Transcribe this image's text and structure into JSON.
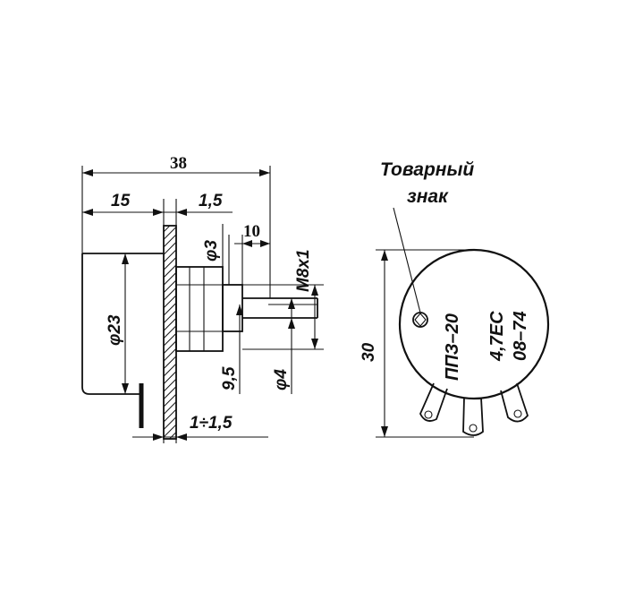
{
  "side_view": {
    "dim_overall_length": "38",
    "dim_body_length": "15",
    "dim_panel_thickness": "1,5",
    "dim_shaft_length": "10",
    "dim_body_diameter": "φ23",
    "dim_bushing_diameter": "φ3",
    "dim_thread": "M8x1",
    "dim_flat": "9,5",
    "dim_shaft_diameter": "φ4",
    "dim_gap": "1÷1,5"
  },
  "front_view": {
    "trademark_label_line1": "Товарный",
    "trademark_label_line2": "знак",
    "dim_diameter": "30",
    "marking_line1": "ППЗ–20",
    "marking_line2": "4,7ЕС",
    "marking_line3": "08–74"
  }
}
